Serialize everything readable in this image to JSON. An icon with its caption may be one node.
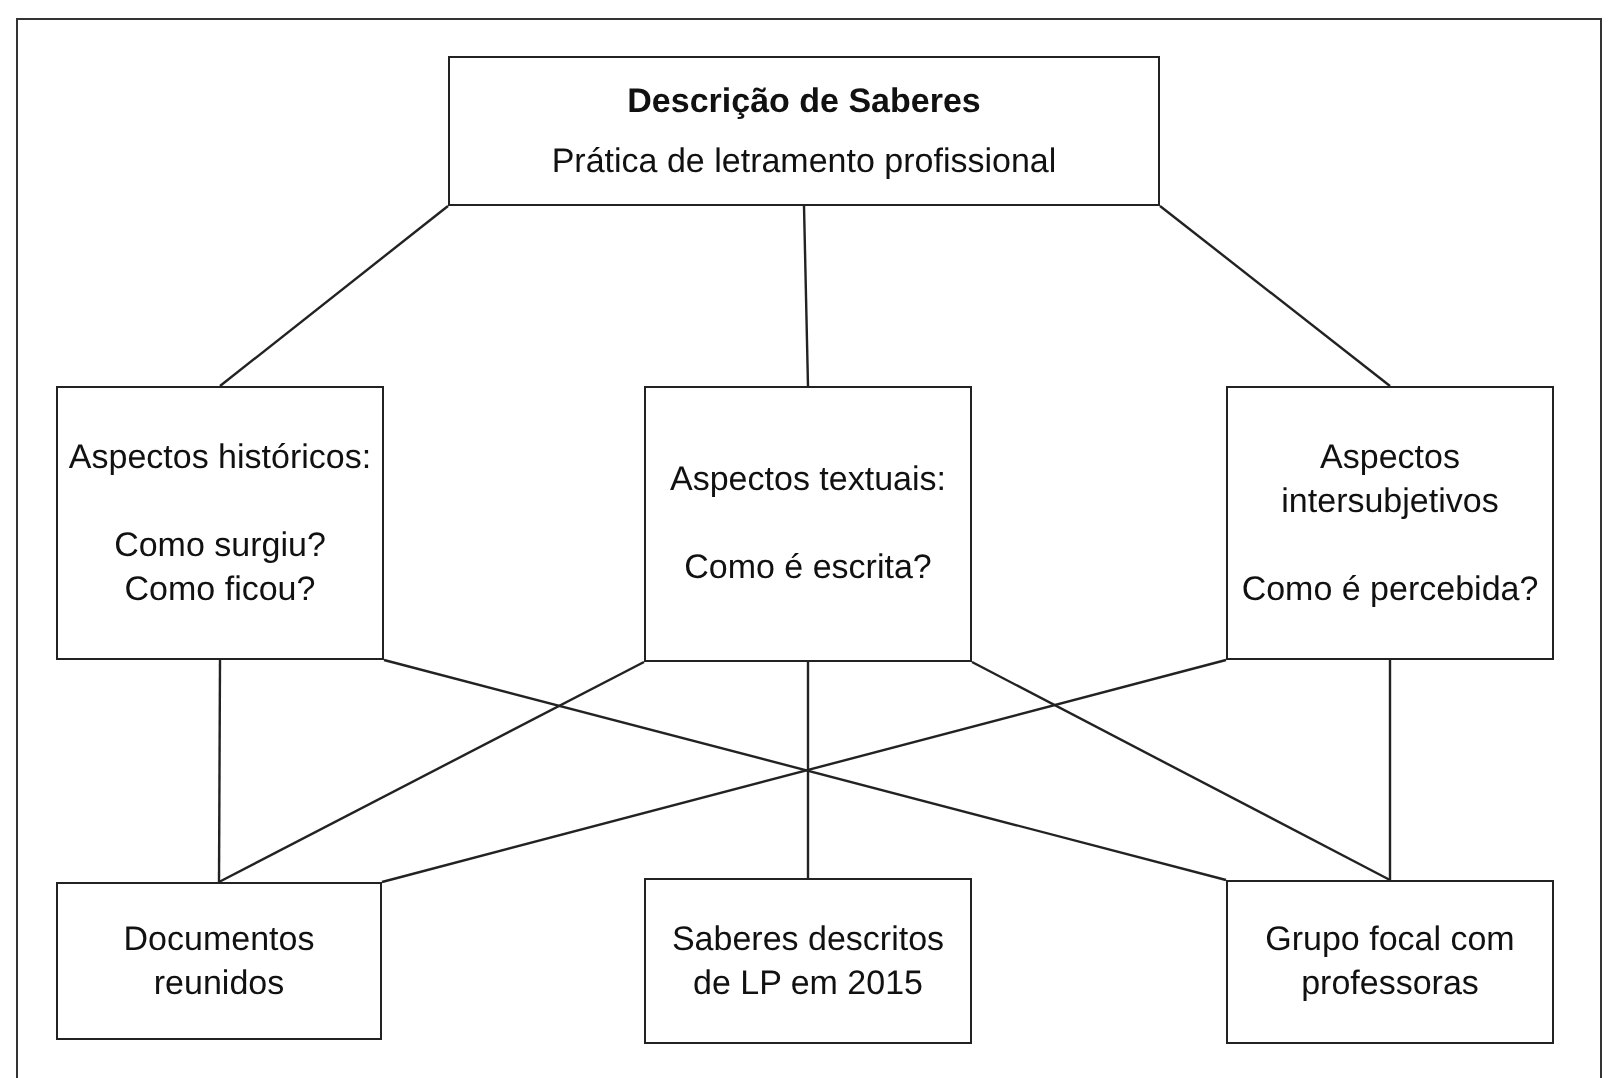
{
  "diagram": {
    "nodes": [
      {
        "text": [
          "Descrição de Saberes",
          "Prática de letramento profissional"
        ]
      },
      {
        "text": [
          "Aspectos históricos:",
          "Como surgiu? Como ficou?"
        ]
      },
      {
        "text": [
          "Aspectos textuais:",
          "Como é escrita?"
        ]
      },
      {
        "text": [
          "Aspectos intersubjetivos",
          "Como é percebida?"
        ]
      },
      {
        "text": [
          "Documentos reunidos"
        ]
      },
      {
        "text": [
          "Saberes descritos de LP em 2015"
        ]
      },
      {
        "text": [
          "Grupo focal com professoras"
        ]
      }
    ],
    "edges": [
      {
        "from": 0,
        "to": 1,
        "arrow": "none"
      },
      {
        "from": 0,
        "to": 2,
        "arrow": "none"
      },
      {
        "from": 0,
        "to": 3,
        "arrow": "none"
      },
      {
        "from": 1,
        "to": 4,
        "arrow": "none"
      },
      {
        "from": 1,
        "to": 6,
        "arrow": "none"
      },
      {
        "from": 2,
        "to": 4,
        "arrow": "none"
      },
      {
        "from": 2,
        "to": 5,
        "arrow": "none"
      },
      {
        "from": 2,
        "to": 6,
        "arrow": "none"
      },
      {
        "from": 3,
        "to": 4,
        "arrow": "none"
      },
      {
        "from": 3,
        "to": 6,
        "arrow": "none"
      }
    ]
  }
}
